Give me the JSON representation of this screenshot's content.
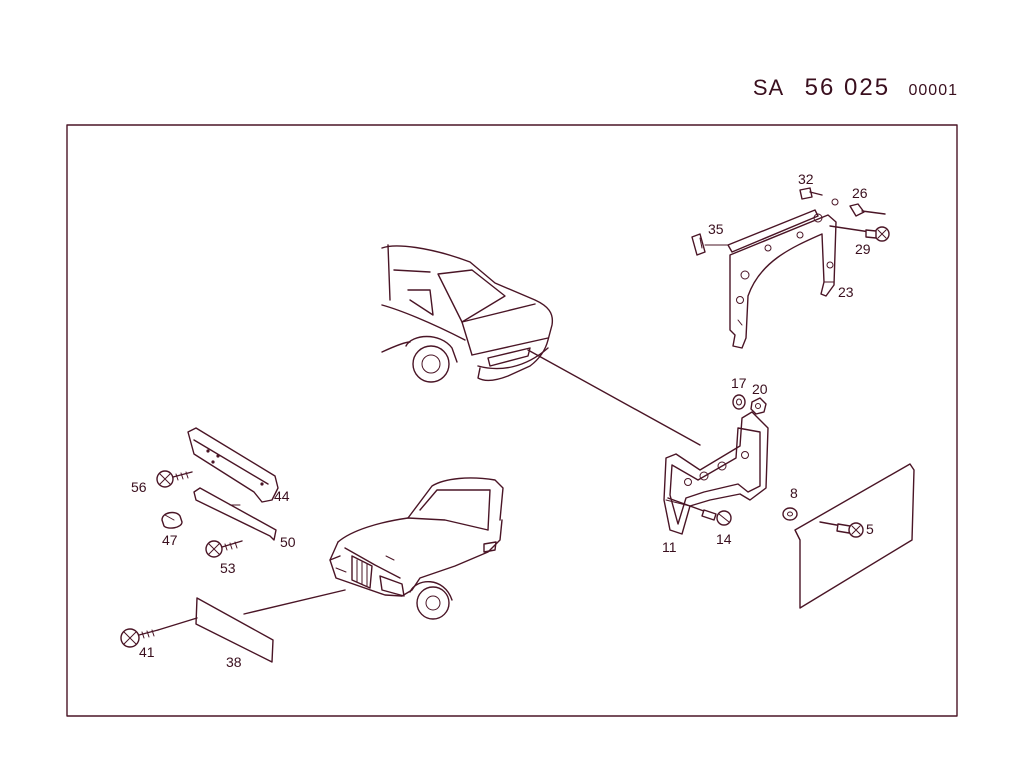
{
  "header": {
    "prefix": "SA",
    "number": "56 025",
    "suffix": "00001"
  },
  "callouts": {
    "p32": "32",
    "p26": "26",
    "p35": "35",
    "p29": "29",
    "p23": "23",
    "p17": "17",
    "p20": "20",
    "p8": "8",
    "p5": "5",
    "p11": "11",
    "p14": "14",
    "p56": "56",
    "p44": "44",
    "p47": "47",
    "p50": "50",
    "p53": "53",
    "p41": "41",
    "p38": "38"
  },
  "colors": {
    "ink": "#4a1526",
    "text": "#3a0f1e",
    "background": "#ffffff"
  }
}
